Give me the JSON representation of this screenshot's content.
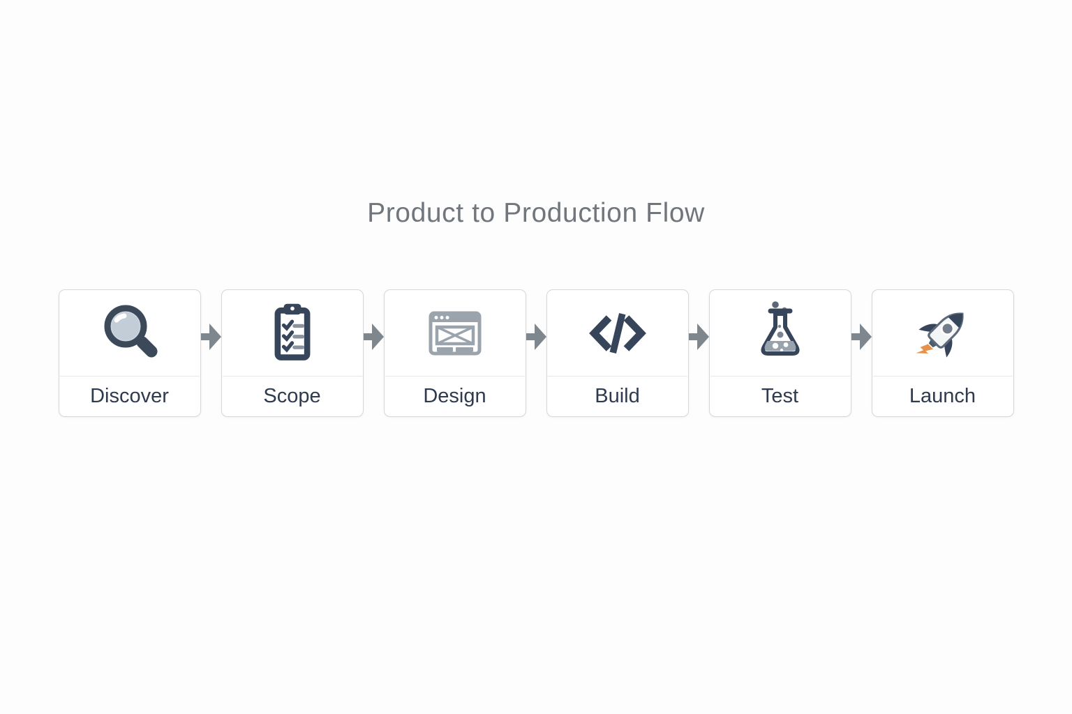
{
  "title": "Product to Production Flow",
  "flow": {
    "steps": [
      {
        "label": "Discover",
        "icon": "magnifier-icon"
      },
      {
        "label": "Scope",
        "icon": "clipboard-checklist-icon"
      },
      {
        "label": "Design",
        "icon": "browser-wireframe-icon"
      },
      {
        "label": "Build",
        "icon": "code-brackets-icon"
      },
      {
        "label": "Test",
        "icon": "flask-icon"
      },
      {
        "label": "Launch",
        "icon": "rocket-icon"
      }
    ],
    "connectors": {
      "type": "arrow-right",
      "count": 5
    }
  },
  "colors": {
    "background": "#fdfdfd",
    "title_text": "#71767d",
    "label_text": "#2e3a4d",
    "box_border": "#d5d7da",
    "divider": "#e4e6e9",
    "arrow": "#7e868e",
    "icon_dark_slate": "#36455a",
    "icon_gray": "#9ba3ad",
    "lens_fill": "#cdd6e0",
    "flame_orange": "#e8914a"
  }
}
